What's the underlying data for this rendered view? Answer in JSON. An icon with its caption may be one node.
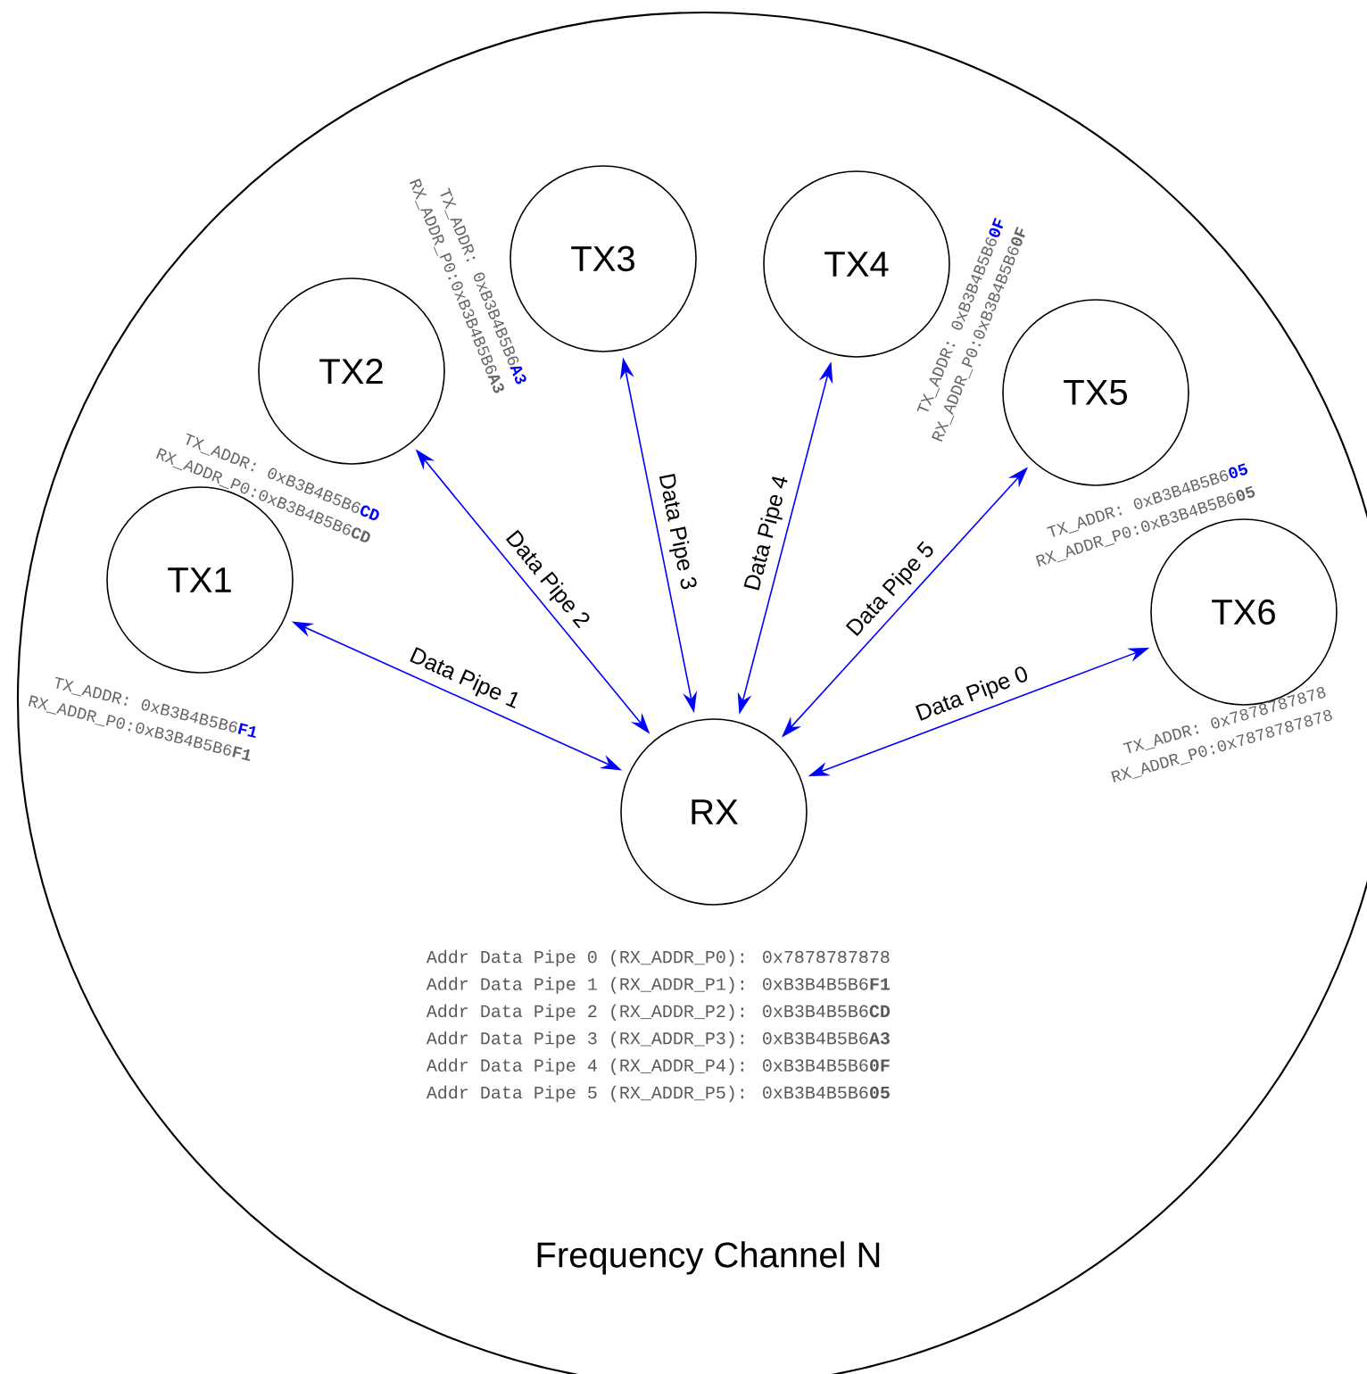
{
  "diagram": {
    "nodes": [
      {
        "text": [
          "Frequency Channel N"
        ]
      },
      {
        "text": [
          "TX1"
        ],
        "in": 0,
        "beside": [
          "TX_ADDR: 0xB3B4B5B6**F1**",
          "RX_ADDR_P0:0xB3B4B5B6**F1**"
        ]
      },
      {
        "text": [
          "TX2"
        ],
        "in": 0,
        "beside": [
          "TX_ADDR: 0xB3B4B5B6**CD**",
          "RX_ADDR_P0:0xB3B4B5B6**CD**"
        ]
      },
      {
        "text": [
          "TX3"
        ],
        "in": 0,
        "beside": [
          "TX_ADDR: 0xB3B4B5B6**A3**",
          "RX_ADDR_P0:0xB3B4B5B6**A3**"
        ]
      },
      {
        "text": [
          "TX4"
        ],
        "in": 0,
        "beside": [
          "TX_ADDR: 0xB3B4B5B6**0F**",
          "RX_ADDR_P0:0xB3B4B5B6**0F**"
        ]
      },
      {
        "text": [
          "TX5"
        ],
        "in": 0,
        "beside": [
          "TX_ADDR: 0xB3B4B5B6**05**",
          "RX_ADDR_P0:0xB3B4B5B6**05**"
        ]
      },
      {
        "text": [
          "TX6"
        ],
        "in": 0,
        "beside": [
          "TX_ADDR: 0x7878787878",
          "RX_ADDR_P0:0x7878787878"
        ]
      },
      {
        "text": [
          "RX"
        ],
        "in": 0
      }
    ],
    "edges": [
      {
        "from": 7,
        "to": 1,
        "arrow": "both",
        "label": "Data Pipe 1"
      },
      {
        "from": 7,
        "to": 2,
        "arrow": "both",
        "label": "Data Pipe 2"
      },
      {
        "from": 7,
        "to": 3,
        "arrow": "both",
        "label": "Data Pipe 3"
      },
      {
        "from": 7,
        "to": 4,
        "arrow": "both",
        "label": "Data Pipe 4"
      },
      {
        "from": 7,
        "to": 5,
        "arrow": "both",
        "label": "Data Pipe 5"
      },
      {
        "from": 7,
        "to": 6,
        "arrow": "both",
        "label": "Data Pipe 0"
      }
    ],
    "labels": [
      "Addr Data Pipe 0 (RX_ADDR_P0): 0x7878787878",
      "Addr Data Pipe 1 (RX_ADDR_P1): 0xB3B4B5B6**F1**",
      "Addr Data Pipe 2 (RX_ADDR_P2): 0xB3B4B5B6**CD**",
      "Addr Data Pipe 3 (RX_ADDR_P3): 0xB3B4B5B6**A3**",
      "Addr Data Pipe 4 (RX_ADDR_P4): 0xB3B4B5B6**0F**",
      "Addr Data Pipe 5 (RX_ADDR_P5): 0xB3B4B5B6**05**"
    ]
  }
}
